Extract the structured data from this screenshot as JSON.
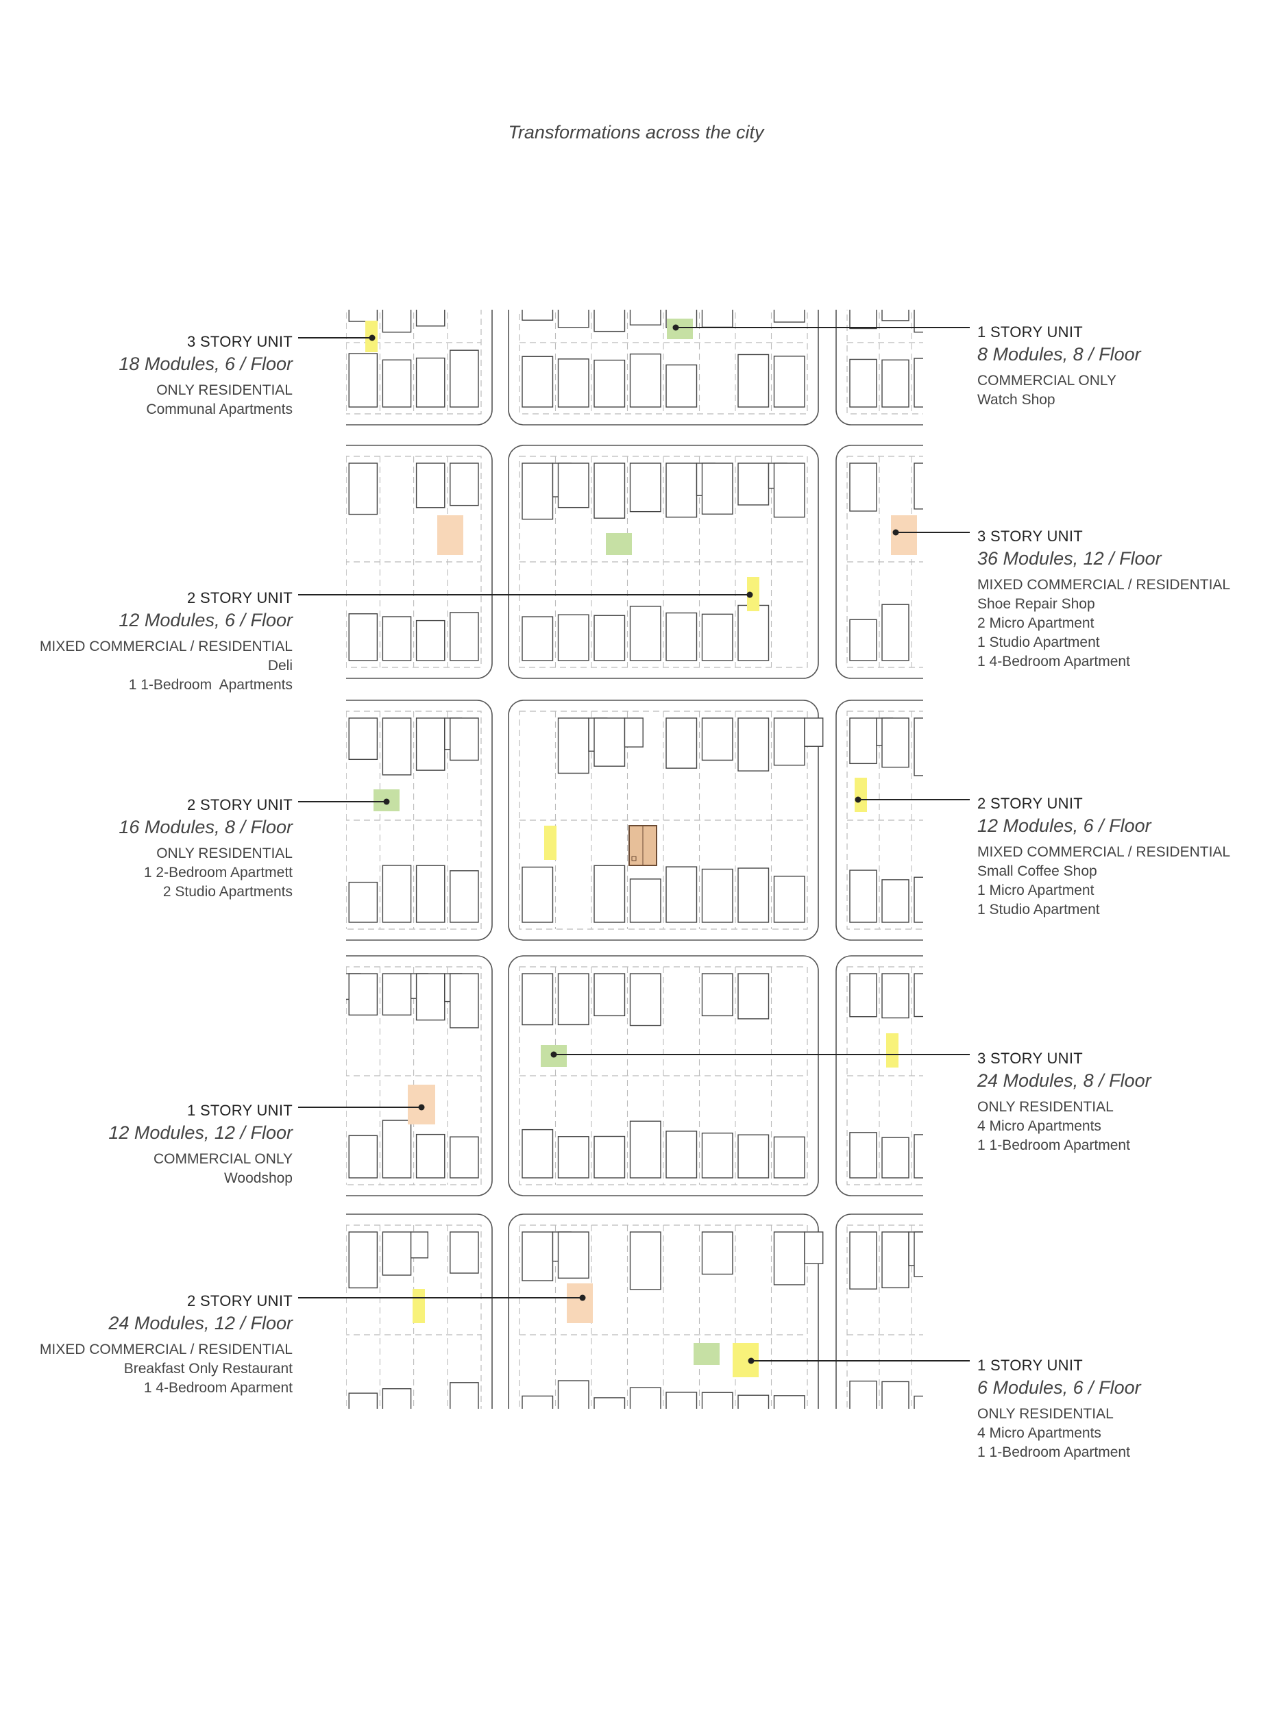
{
  "title": "Transformations across the city",
  "colors": {
    "yellow": "#f8f27a",
    "green": "#c6e0a4",
    "orange": "#f8d7b8",
    "line": "#555555",
    "dashed": "#bbbbbb"
  },
  "callouts": [
    {
      "id": "c1",
      "side": "left",
      "heading": "3 STORY UNIT",
      "modules": "18 Modules, 6 / Floor",
      "details": [
        "ONLY RESIDENTIAL",
        "Communal Apartments"
      ]
    },
    {
      "id": "c2",
      "side": "right",
      "heading": "1 STORY UNIT",
      "modules": "8 Modules, 8 / Floor",
      "details": [
        "COMMERCIAL ONLY",
        "Watch Shop"
      ]
    },
    {
      "id": "c3",
      "side": "right",
      "heading": "3 STORY UNIT",
      "modules": "36 Modules, 12 / Floor",
      "details": [
        "MIXED COMMERCIAL / RESIDENTIAL",
        "Shoe Repair Shop",
        "2 Micro Apartment",
        "1 Studio Apartment",
        "1 4-Bedroom Apartment"
      ]
    },
    {
      "id": "c4",
      "side": "left",
      "heading": "2 STORY UNIT",
      "modules": "12 Modules, 6 / Floor",
      "details": [
        "MIXED COMMERCIAL / RESIDENTIAL",
        "Deli",
        "1 1-Bedroom  Apartments"
      ]
    },
    {
      "id": "c5",
      "side": "left",
      "heading": "2 STORY UNIT",
      "modules": "16 Modules, 8 / Floor",
      "details": [
        "ONLY RESIDENTIAL",
        "1 2-Bedroom Apartmett",
        "2 Studio Apartments"
      ]
    },
    {
      "id": "c6",
      "side": "right",
      "heading": "2 STORY UNIT",
      "modules": "12 Modules, 6 / Floor",
      "details": [
        "MIXED COMMERCIAL / RESIDENTIAL",
        "Small Coffee Shop",
        "1 Micro Apartment",
        "1 Studio Apartment"
      ]
    },
    {
      "id": "c7",
      "side": "right",
      "heading": "3 STORY UNIT",
      "modules": "24 Modules, 8 / Floor",
      "details": [
        "ONLY RESIDENTIAL",
        "4 Micro Apartments",
        "1 1-Bedroom Apartment"
      ]
    },
    {
      "id": "c8",
      "side": "left",
      "heading": "1 STORY UNIT",
      "modules": "12 Modules, 12 / Floor",
      "details": [
        "COMMERCIAL ONLY",
        "Woodshop"
      ]
    },
    {
      "id": "c9",
      "side": "left",
      "heading": "2 STORY UNIT",
      "modules": "24 Modules, 12 / Floor",
      "details": [
        "MIXED COMMERCIAL / RESIDENTIAL",
        "Breakfast Only Restaurant",
        "1 4-Bedroom Aparment"
      ]
    },
    {
      "id": "c10",
      "side": "right",
      "heading": "1 STORY UNIT",
      "modules": "6 Modules, 6 / Floor",
      "details": [
        "ONLY RESIDENTIAL",
        "4 Micro Apartments",
        "1 1-Bedroom Apartment"
      ]
    }
  ]
}
